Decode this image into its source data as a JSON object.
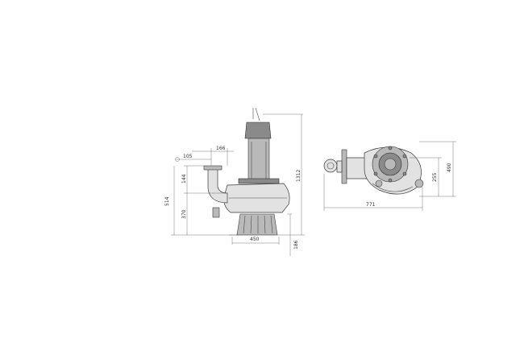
{
  "dimensions": {
    "d_top_pipe": "166",
    "d_outlet": "105",
    "h_outlet_top": "144",
    "h_total_left": "514",
    "h_outlet_center": "370",
    "h_overall": "1312",
    "w_base": "450",
    "h_base": "186",
    "w_plan": "771",
    "h_plan_upper": "490",
    "h_plan_lower": "255"
  },
  "colors": {
    "line": "#4a4a4a",
    "casing": "#e2e2e2",
    "motor": "#8a8a8a"
  }
}
